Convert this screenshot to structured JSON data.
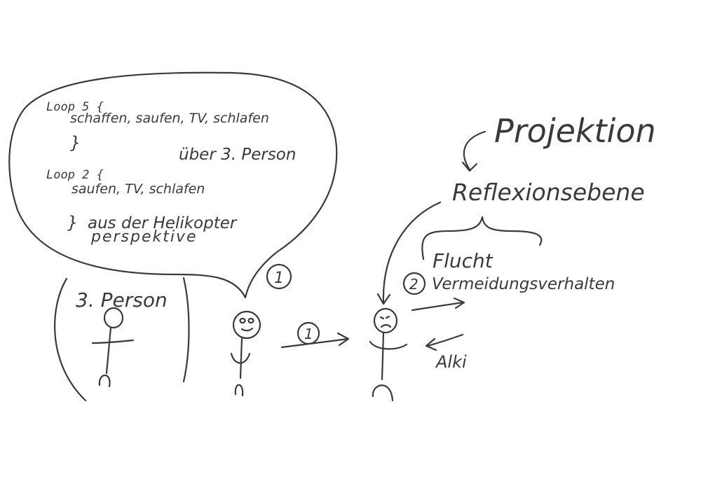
{
  "speech_bubble": {
    "loop1_header": "Loop 5 {",
    "loop1_body": "schaffen, saufen, TV, schlafen",
    "loop1_close": "}",
    "loop2_header": "Loop 2 {",
    "loop2_body": "saufen, TV, schlafen",
    "loop2_close": "}",
    "note_third_person": "über 3. Person",
    "note_helicopter_line1": "aus der Helikopter",
    "note_helicopter_line2": "perspektive"
  },
  "third_person_box": {
    "label": "3. Person"
  },
  "step_markers": {
    "one_top": "1",
    "one_arrow": "1",
    "two": "2"
  },
  "right_side": {
    "projection": "Projektion",
    "reflection_level": "Reflexionsebene",
    "flight": "Flucht",
    "avoidance": "Vermeidungsverhalten",
    "alcohol": "Alki"
  },
  "colors": {
    "ink": "#3a3a3a",
    "background": "#ffffff"
  }
}
